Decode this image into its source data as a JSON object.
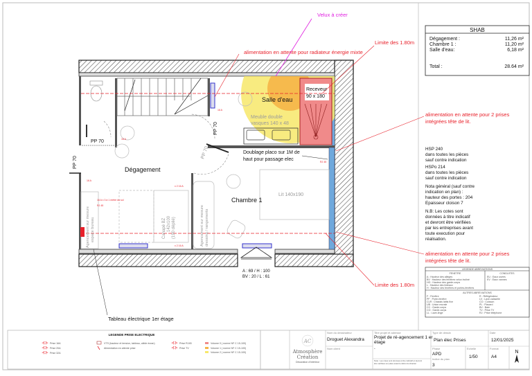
{
  "annotations": {
    "velux": "Velux à créer",
    "radiator_feed": "alimentation en attente pour radiateur énergie mixte",
    "limit_top": "Limite des 1.80m",
    "limit_bottom": "Limite des 1.80m",
    "bed_sockets_top": [
      "alimentation en attente pour 2 prises",
      "intégrées tête de lit."
    ],
    "bed_sockets_bottom": [
      "alimentation en attente pour 2 prises",
      "intégrées tête de lit."
    ],
    "electrical_panel": "Tableau électrique 1er étage",
    "window_dims": [
      "A : 69 / H : 100",
      "BV : 20 / L : 61"
    ],
    "socket_16a": "16 A",
    "socket_2x16a": "x 2 16 A",
    "socket_rj45": "RJ 45",
    "socket_note": "16 A    x 3 à 1 mètre du sol",
    "colors": {
      "electric": "#e8202a",
      "velux": "#e020e0",
      "shower": "#f08a8a",
      "volume1": "#f5b547",
      "volume2": "#f7e86a",
      "insulation": "#6fa8dc"
    }
  },
  "rooms": {
    "bathroom": "Salle d'eau",
    "shower": [
      "Receveur",
      "90 x 180"
    ],
    "vanity": [
      "Meuble double",
      "vasques 140 x 48"
    ],
    "lining": [
      "Doublage placo sur 1M de",
      "haut pour passage elec"
    ],
    "hallway": "Dégagement",
    "bedroom": "Chambre 1",
    "bed": "Lit 140x190",
    "sofa": [
      "Canapé BZ",
      "142x100",
      "(190 déplié)"
    ],
    "storage_left": [
      "Agencement sur mesure",
      "espace bureau"
    ],
    "storage_bedroom": [
      "Agencement sur mesure",
      "dressing / rangements"
    ],
    "door_wc": "PP 70",
    "door_bath": "PP 70",
    "door_entry": "PP 70",
    "door_bedroom": "PP 70"
  },
  "shab": {
    "title": "SHAB",
    "rows": [
      {
        "label": "Dégagement :",
        "value": "11,26 m²"
      },
      {
        "label": "Chambre 1 :",
        "value": "11,20 m²"
      },
      {
        "label": "Salle d'eau:",
        "value": "6,18 m²"
      }
    ],
    "total_label": "Total :",
    "total_value": "28.64 m²"
  },
  "notes": [
    [
      "HSP 240",
      "dans toutes les pièces",
      "sauf contre indication"
    ],
    [
      "HSPo 214",
      "dans toutes les pièces",
      "sauf contre indication"
    ],
    [
      "Nota général (sauf contre",
      "indication en plan) :",
      "hauteur des portes : 204",
      "Epaisseur cloison 7"
    ],
    [
      "N.B: Les cotes sont",
      "données à titre indicatif",
      "et devront être vérifiées",
      "par les entreprises avant",
      "toute execution pour",
      "réalisation."
    ]
  ],
  "abbrev_legend": {
    "title": "LEGENDE ABREVIATIONS",
    "window_title": "FENETRE",
    "window_items": [
      "A : Hauteur des allèges",
      "BV : Hauteur des fenêtres velux incliné",
      "HG : Hauteur des garde-corps",
      "L : Hauteur des linteaux",
      "H : Hauteur des fenêtres et portes-fenêtres"
    ],
    "ducts_title": "CONDUITES",
    "ducts_items": [
      "EU : Eaux usées",
      "EV : Eaux vannes"
    ],
    "other_title": "AUTRES ABREVIATIONS",
    "other_items": [
      "F : Fenêtre",
      "PF : Porte-fenêtre",
      "CLR : Chassis lattis fixe",
      "UB : Union murale",
      "CC : Garde-corps",
      "CO : Garde-corps",
      "LL : Lave-linge",
      "R : Réfrigérateur",
      "LV : Lave-vaisselle",
      "CO : Cuisson",
      "PL : Placard",
      "BV : Baie",
      "TV : Prise TV",
      "RJ : Prise téléphone"
    ]
  },
  "electric_legend": {
    "title": "LEGENDE PRISE ELECTRIQUE",
    "items": [
      "Prise 16A",
      "Prise 20A",
      "Prise 32A",
      "VTS (hauteur et tension, tableau, câble écran)",
      "Alimentation en attente prise",
      "Prise RJ45",
      "Prise TV",
      "Volume 0 ( norme NF C 15-100)",
      "Volume 1 ( norme NF C 15-100)",
      "Volume 2 ( norme NF C 15-100)"
    ]
  },
  "title_block": {
    "logo_monogram": "AC",
    "logo_name": [
      "Atmosphère",
      "Création"
    ],
    "logo_tagline": "Décoration d'intérieur",
    "designer_label": "Nom du dessinateur",
    "designer": "Droguet Alexandra",
    "client_label": "Nom client",
    "project_label": "Titre projet et adresse",
    "project": [
      "Projet de ré-agencement 1 er",
      "étage"
    ],
    "project_dash": "-",
    "disclaimer": [
      "Nota : Les cotes sont données à titre indicatif et devront",
      "être vérifiées sur place avant le début du chantier"
    ],
    "drawing_type_label": "Type de dessin",
    "drawing_type": "Plan élec Prises",
    "date_label": "Date",
    "date": "12/01/2025",
    "phase_label": "Phase",
    "phase": "APD",
    "scale_label": "Echelle",
    "scale": "1/50",
    "format_label": "Format",
    "format": "A4",
    "index_label": "Indice du plan",
    "index": "3",
    "north": "N"
  }
}
